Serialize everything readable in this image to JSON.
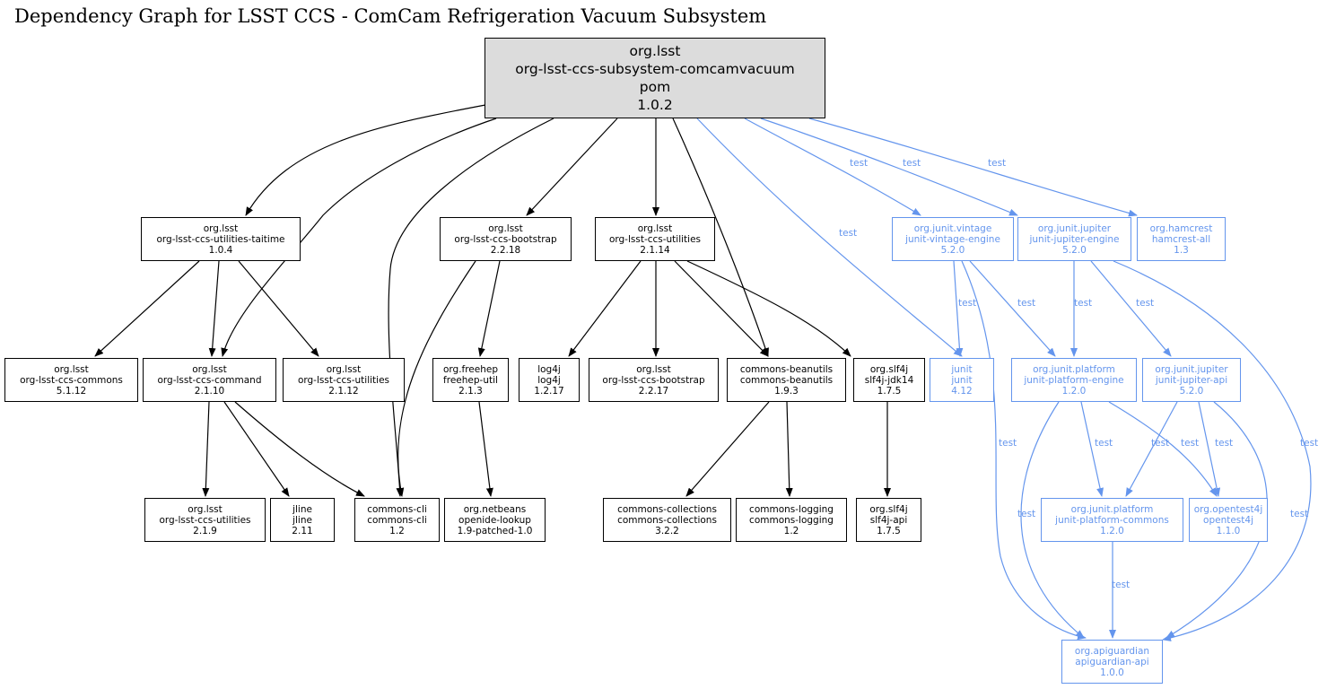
{
  "title": "Dependency Graph for LSST CCS - ComCam Refrigeration Vacuum Subsystem",
  "colors": {
    "compile": "#000000",
    "test": "#6495ed",
    "root_fill": "#dcdcdc"
  },
  "nodes": [
    {
      "id": "root",
      "group": "org.lsst",
      "artifact": "org-lsst-ccs-subsystem-comcamvacuum",
      "type": "pom",
      "version": "1.0.2",
      "scope": "root"
    },
    {
      "id": "taitime",
      "group": "org.lsst",
      "artifact": "org-lsst-ccs-utilities-taitime",
      "version": "1.0.4",
      "scope": "compile"
    },
    {
      "id": "bootstrap2218",
      "group": "org.lsst",
      "artifact": "org-lsst-ccs-bootstrap",
      "version": "2.2.18",
      "scope": "compile"
    },
    {
      "id": "utilities2114",
      "group": "org.lsst",
      "artifact": "org-lsst-ccs-utilities",
      "version": "2.1.14",
      "scope": "compile"
    },
    {
      "id": "vintage",
      "group": "org.junit.vintage",
      "artifact": "junit-vintage-engine",
      "version": "5.2.0",
      "scope": "test"
    },
    {
      "id": "jupiterengine",
      "group": "org.junit.jupiter",
      "artifact": "junit-jupiter-engine",
      "version": "5.2.0",
      "scope": "test"
    },
    {
      "id": "hamcrest",
      "group": "org.hamcrest",
      "artifact": "hamcrest-all",
      "version": "1.3",
      "scope": "test"
    },
    {
      "id": "commons",
      "group": "org.lsst",
      "artifact": "org-lsst-ccs-commons",
      "version": "5.1.12",
      "scope": "compile"
    },
    {
      "id": "command",
      "group": "org.lsst",
      "artifact": "org-lsst-ccs-command",
      "version": "2.1.10",
      "scope": "compile"
    },
    {
      "id": "utilities2112",
      "group": "org.lsst",
      "artifact": "org-lsst-ccs-utilities",
      "version": "2.1.12",
      "scope": "compile"
    },
    {
      "id": "freehep",
      "group": "org.freehep",
      "artifact": "freehep-util",
      "version": "2.1.3",
      "scope": "compile"
    },
    {
      "id": "log4j",
      "group": "log4j",
      "artifact": "log4j",
      "version": "1.2.17",
      "scope": "compile"
    },
    {
      "id": "bootstrap2217",
      "group": "org.lsst",
      "artifact": "org-lsst-ccs-bootstrap",
      "version": "2.2.17",
      "scope": "compile"
    },
    {
      "id": "beanutils",
      "group": "commons-beanutils",
      "artifact": "commons-beanutils",
      "version": "1.9.3",
      "scope": "compile"
    },
    {
      "id": "slf4jjdk",
      "group": "org.slf4j",
      "artifact": "slf4j-jdk14",
      "version": "1.7.5",
      "scope": "compile"
    },
    {
      "id": "junit",
      "group": "junit",
      "artifact": "junit",
      "version": "4.12",
      "scope": "test"
    },
    {
      "id": "platformengine",
      "group": "org.junit.platform",
      "artifact": "junit-platform-engine",
      "version": "1.2.0",
      "scope": "test"
    },
    {
      "id": "jupiterapi",
      "group": "org.junit.jupiter",
      "artifact": "junit-jupiter-api",
      "version": "5.2.0",
      "scope": "test"
    },
    {
      "id": "utilities219",
      "group": "org.lsst",
      "artifact": "org-lsst-ccs-utilities",
      "version": "2.1.9",
      "scope": "compile"
    },
    {
      "id": "jline",
      "group": "jline",
      "artifact": "jline",
      "version": "2.11",
      "scope": "compile"
    },
    {
      "id": "cli",
      "group": "commons-cli",
      "artifact": "commons-cli",
      "version": "1.2",
      "scope": "compile"
    },
    {
      "id": "openide",
      "group": "org.netbeans",
      "artifact": "openide-lookup",
      "version": "1.9-patched-1.0",
      "scope": "compile"
    },
    {
      "id": "collections",
      "group": "commons-collections",
      "artifact": "commons-collections",
      "version": "3.2.2",
      "scope": "compile"
    },
    {
      "id": "logging",
      "group": "commons-logging",
      "artifact": "commons-logging",
      "version": "1.2",
      "scope": "compile"
    },
    {
      "id": "slf4japi",
      "group": "org.slf4j",
      "artifact": "slf4j-api",
      "version": "1.7.5",
      "scope": "compile"
    },
    {
      "id": "platformcommons",
      "group": "org.junit.platform",
      "artifact": "junit-platform-commons",
      "version": "1.2.0",
      "scope": "test"
    },
    {
      "id": "opentest4j",
      "group": "org.opentest4j",
      "artifact": "opentest4j",
      "version": "1.1.0",
      "scope": "test"
    },
    {
      "id": "apiguardian",
      "group": "org.apiguardian",
      "artifact": "apiguardian-api",
      "version": "1.0.0",
      "scope": "test"
    }
  ],
  "edges": [
    {
      "from": "root",
      "to": "taitime"
    },
    {
      "from": "root",
      "to": "command"
    },
    {
      "from": "root",
      "to": "cli"
    },
    {
      "from": "root",
      "to": "bootstrap2218"
    },
    {
      "from": "root",
      "to": "utilities2114"
    },
    {
      "from": "root",
      "to": "beanutils"
    },
    {
      "from": "root",
      "to": "junit",
      "label": "test"
    },
    {
      "from": "root",
      "to": "vintage",
      "label": "test"
    },
    {
      "from": "root",
      "to": "jupiterengine",
      "label": "test"
    },
    {
      "from": "root",
      "to": "hamcrest",
      "label": "test"
    },
    {
      "from": "taitime",
      "to": "commons"
    },
    {
      "from": "taitime",
      "to": "command"
    },
    {
      "from": "taitime",
      "to": "utilities2112"
    },
    {
      "from": "bootstrap2218",
      "to": "cli"
    },
    {
      "from": "bootstrap2218",
      "to": "freehep"
    },
    {
      "from": "utilities2114",
      "to": "log4j"
    },
    {
      "from": "utilities2114",
      "to": "bootstrap2217"
    },
    {
      "from": "utilities2114",
      "to": "beanutils"
    },
    {
      "from": "utilities2114",
      "to": "slf4jjdk"
    },
    {
      "from": "command",
      "to": "utilities219"
    },
    {
      "from": "command",
      "to": "jline"
    },
    {
      "from": "command",
      "to": "cli"
    },
    {
      "from": "freehep",
      "to": "openide"
    },
    {
      "from": "beanutils",
      "to": "collections"
    },
    {
      "from": "beanutils",
      "to": "logging"
    },
    {
      "from": "slf4jjdk",
      "to": "slf4japi"
    },
    {
      "from": "vintage",
      "to": "junit",
      "label": "test"
    },
    {
      "from": "vintage",
      "to": "platformengine",
      "label": "test"
    },
    {
      "from": "vintage",
      "to": "apiguardian",
      "label": "test"
    },
    {
      "from": "jupiterengine",
      "to": "platformengine",
      "label": "test"
    },
    {
      "from": "jupiterengine",
      "to": "jupiterapi",
      "label": "test"
    },
    {
      "from": "jupiterengine",
      "to": "apiguardian",
      "label": "test"
    },
    {
      "from": "platformengine",
      "to": "platformcommons",
      "label": "test"
    },
    {
      "from": "platformengine",
      "to": "opentest4j",
      "label": "test"
    },
    {
      "from": "platformengine",
      "to": "apiguardian",
      "label": "test"
    },
    {
      "from": "jupiterapi",
      "to": "platformcommons",
      "label": "test"
    },
    {
      "from": "jupiterapi",
      "to": "opentest4j",
      "label": "test"
    },
    {
      "from": "jupiterapi",
      "to": "apiguardian",
      "label": "test"
    },
    {
      "from": "platformcommons",
      "to": "apiguardian",
      "label": "test"
    }
  ]
}
